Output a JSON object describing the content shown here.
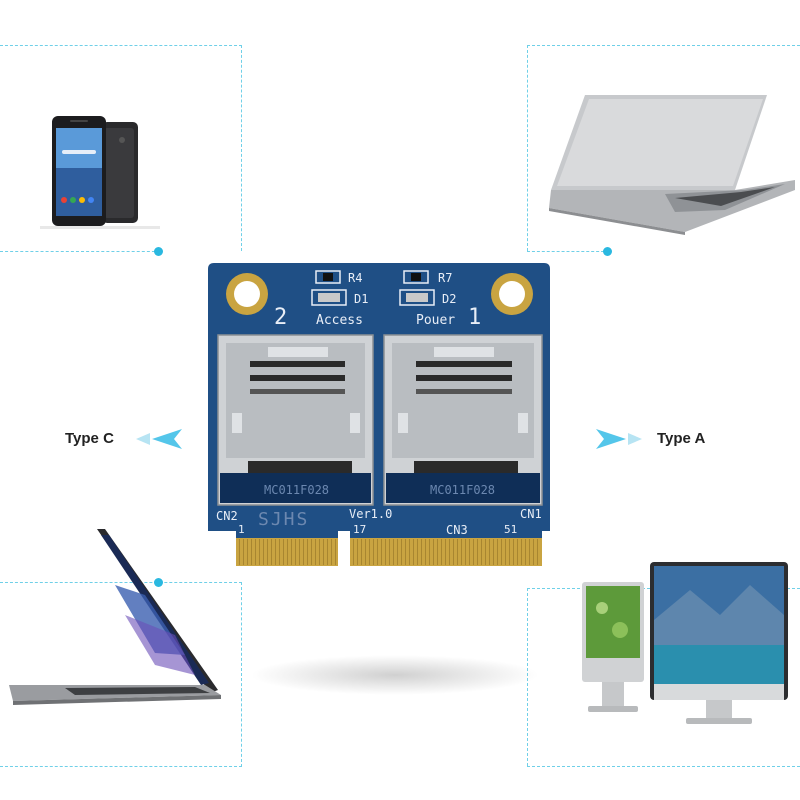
{
  "labels": {
    "type_c": "Type C",
    "type_a": "Type A"
  },
  "board": {
    "r4": "R4",
    "d1": "D1",
    "r7": "R7",
    "d2": "D2",
    "slot_2": "2",
    "slot_1": "1",
    "access": "Access",
    "power": "Pouer",
    "cn2": "CN2",
    "pin_1": "1",
    "ver": "Ver1.0",
    "pin_17": "17",
    "cn3": "CN3",
    "pin_51": "51",
    "cn1": "CN1",
    "mark": "SJHS",
    "slot_code_left": "MC011F028",
    "slot_code_right": "MC011F028"
  },
  "colors": {
    "board_blue": "#1f4f85",
    "dash_cyan": "#6fd0e8",
    "arrow_cyan": "#54c6ea",
    "gold": "#c9a441"
  },
  "devices": [
    "smartphone-photo",
    "laptop-photo-silver",
    "laptop-photo-dark",
    "desktop-monitors-photo"
  ]
}
